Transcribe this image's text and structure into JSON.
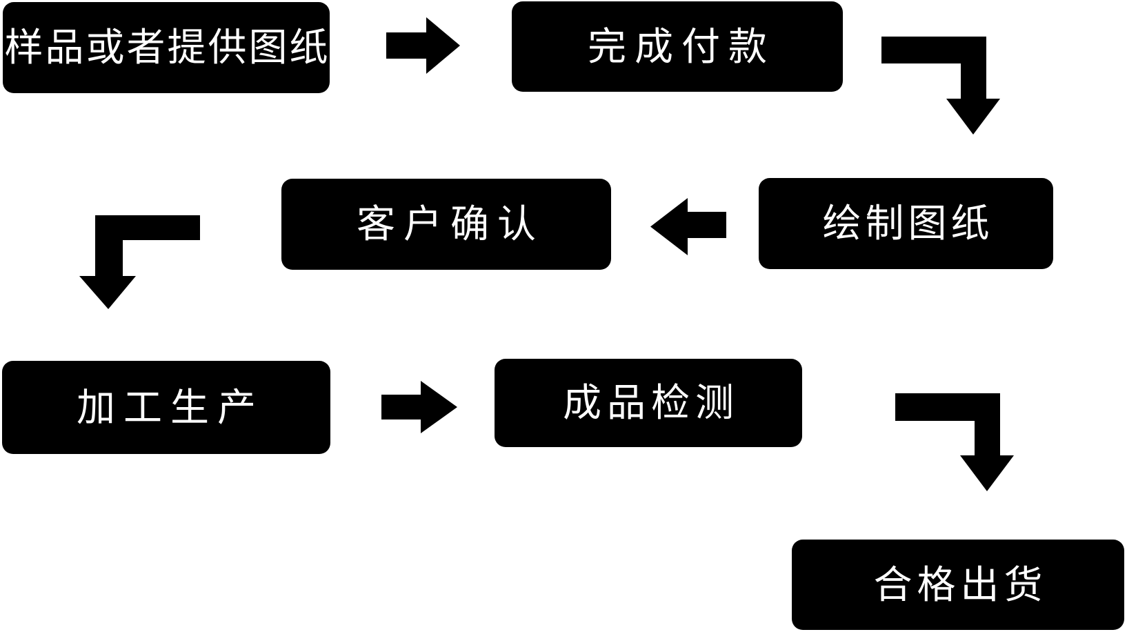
{
  "steps": [
    {
      "id": "sample",
      "label": "样品或者提供图纸"
    },
    {
      "id": "payment",
      "label": "完成付款"
    },
    {
      "id": "drawing",
      "label": "绘制图纸"
    },
    {
      "id": "confirm",
      "label": "客户确认"
    },
    {
      "id": "production",
      "label": "加工生产"
    },
    {
      "id": "inspection",
      "label": "成品检测"
    },
    {
      "id": "shipment",
      "label": "合格出货"
    }
  ],
  "arrows": [
    {
      "id": "arrow-1",
      "icon": "right-arrow-icon",
      "from": "sample",
      "to": "payment"
    },
    {
      "id": "arrow-2",
      "icon": "elbow-down-arrow-icon",
      "from": "payment",
      "to": "drawing"
    },
    {
      "id": "arrow-3",
      "icon": "left-arrow-icon",
      "from": "drawing",
      "to": "confirm"
    },
    {
      "id": "arrow-4",
      "icon": "elbow-down-arrow-icon",
      "from": "confirm",
      "to": "production"
    },
    {
      "id": "arrow-5",
      "icon": "right-arrow-icon",
      "from": "production",
      "to": "inspection"
    },
    {
      "id": "arrow-6",
      "icon": "elbow-down-arrow-icon",
      "from": "inspection",
      "to": "shipment"
    }
  ],
  "colors": {
    "background": "#ffffff",
    "box_bg": "#000000",
    "box_text": "#ffffff",
    "arrow": "#000000"
  }
}
